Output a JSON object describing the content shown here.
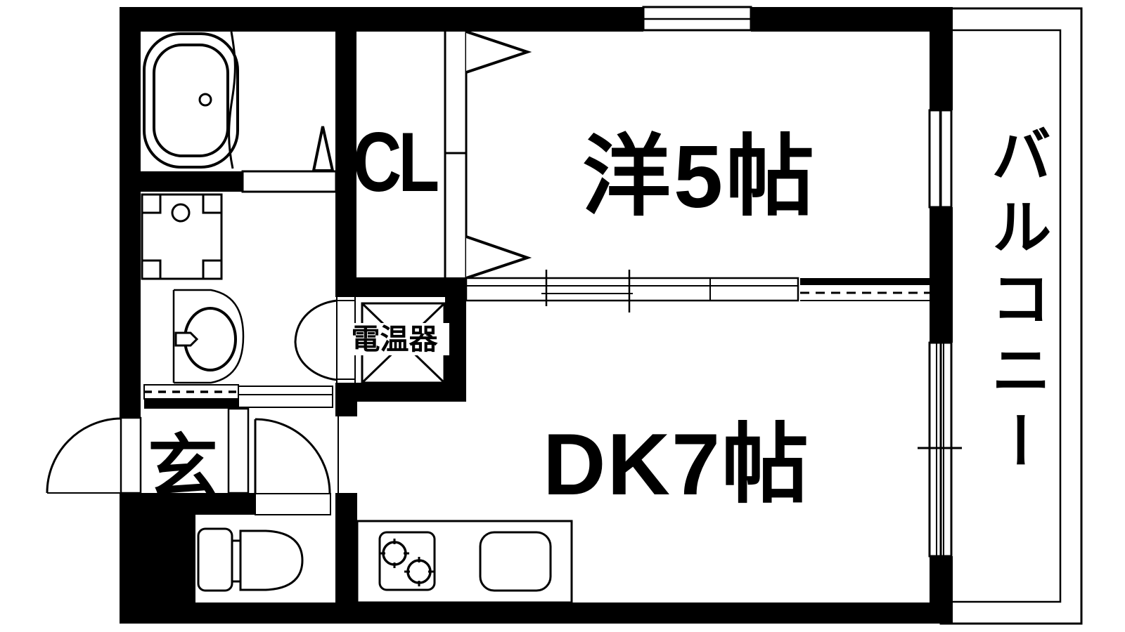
{
  "rooms": {
    "western_room": {
      "label": "洋5帖"
    },
    "dining_kitchen": {
      "label": "DK7帖"
    },
    "closet": {
      "label": "CL"
    },
    "balcony": {
      "label": "バルコニー"
    },
    "entrance": {
      "label": "玄"
    },
    "water_heater": {
      "label": "電温器"
    }
  },
  "colors": {
    "wall": "#000000",
    "line": "#000000",
    "background": "#ffffff"
  }
}
